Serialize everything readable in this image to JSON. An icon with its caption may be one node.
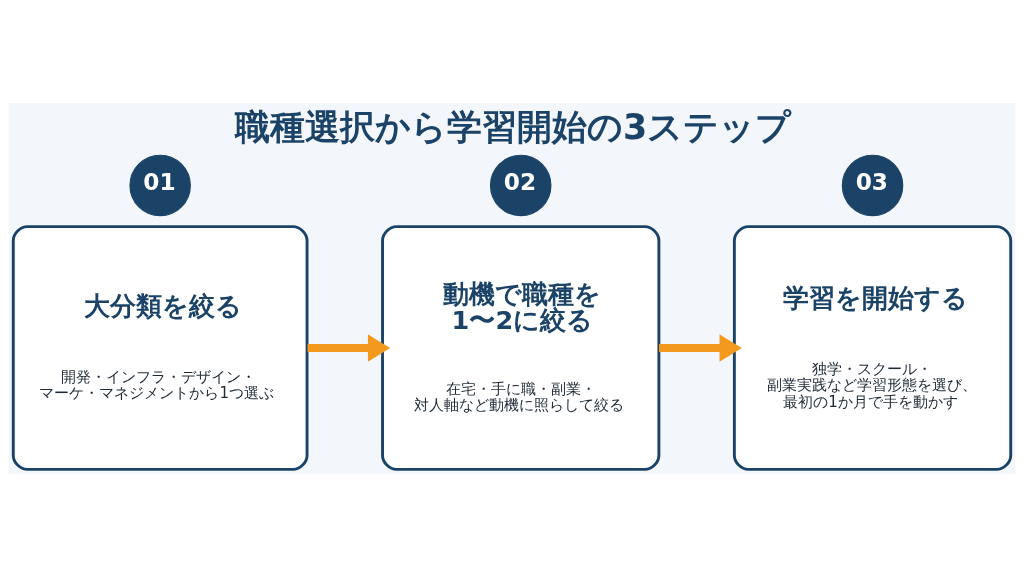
{
  "diagram": {
    "title": "職種選択から学習開始の3ステップ",
    "nodes": [
      {
        "text": [
          "01"
        ]
      },
      {
        "text": [
          "大分類を絞る",
          "開発・インフラ・デザイン・マーケ・マネジメントから1つ選ぶ"
        ]
      },
      {
        "text": [
          "02"
        ]
      },
      {
        "text": [
          "動機で職種を1〜2に絞る",
          "在宅・手に職・副業・対人軸など動機に照らして絞る"
        ]
      },
      {
        "text": [
          "03"
        ]
      },
      {
        "text": [
          "学習を開始する",
          "独学・スクール・副業実践など学習形態を選び、最初の1か月で手を動かす"
        ]
      }
    ],
    "edges": [
      {
        "from": 1,
        "to": 3,
        "arrow": "to"
      },
      {
        "from": 3,
        "to": 5,
        "arrow": "to"
      }
    ]
  }
}
